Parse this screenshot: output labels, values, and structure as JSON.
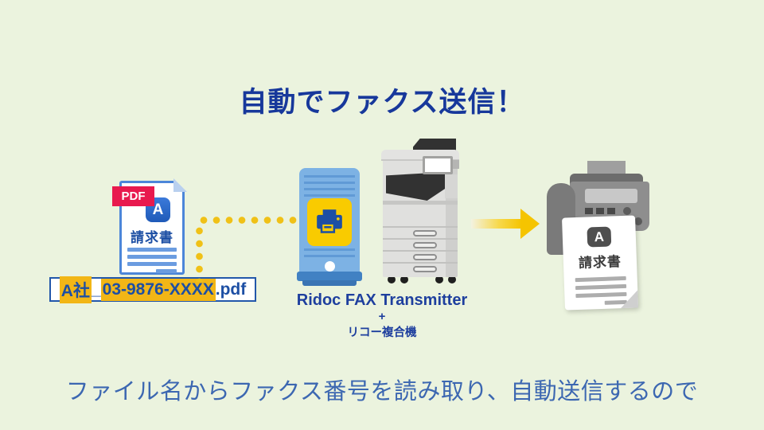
{
  "title": "自動でファクス送信！",
  "caption": "ファイル名からファクス番号を読み取り、自動送信するので",
  "source_document": {
    "format_tag": "PDF",
    "badge": "A",
    "doc_title": "請求書"
  },
  "filename": {
    "company": "A社",
    "separator": "_",
    "fax_number": "03-9876-XXXX",
    "extension": ".pdf"
  },
  "transmitter": {
    "product_name": "Ridoc FAX Transmitter",
    "plus": "+",
    "device_name": "リコー複合機"
  },
  "received_document": {
    "badge": "A",
    "doc_title": "請求書"
  },
  "colors": {
    "background": "#ebf3de",
    "title_navy": "#17389b",
    "caption_blue": "#3c67b1",
    "pdf_red": "#e8194e",
    "doc_border_blue": "#4c86d9",
    "doc_line_blue": "#6b9ce0",
    "badge_blue": "#2465c4",
    "doc_text_blue": "#1d4fa4",
    "highlight_yellow": "#f2b616",
    "dot_yellow": "#f0c117",
    "arrow_yellow": "#f5c400",
    "tower_blue": "#7db2e4",
    "tower_stripe_blue": "#609ad6",
    "tower_base_blue": "#4181c3",
    "panel_yellow": "#f9cb00",
    "printer_navy": "#1d4fa4"
  }
}
